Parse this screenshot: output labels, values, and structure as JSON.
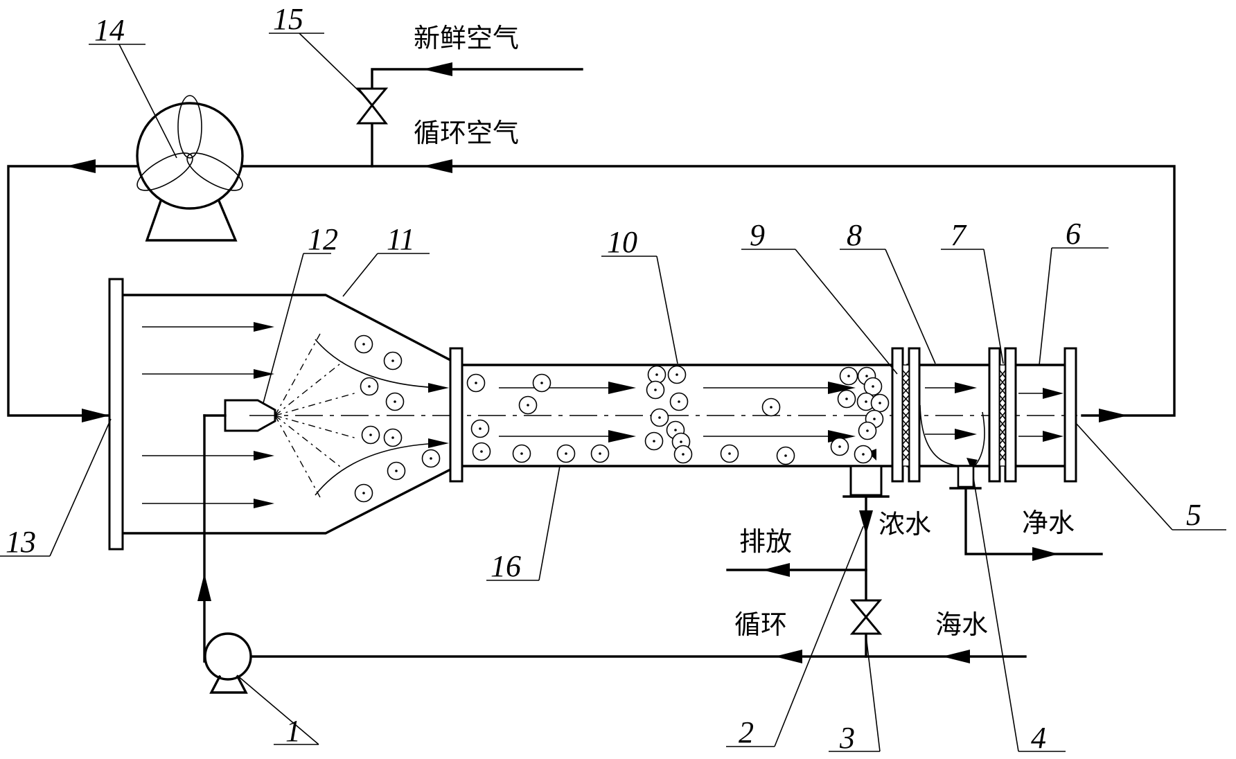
{
  "labels": {
    "fresh_air": "新鲜空气",
    "circulating_air": "循环空气",
    "discharge": "排放",
    "concentrated_water": "浓水",
    "fresh_water": "净水",
    "circulation": "循环",
    "seawater": "海水"
  },
  "numbers": {
    "n1": "1",
    "n2": "2",
    "n3": "3",
    "n4": "4",
    "n5": "5",
    "n6": "6",
    "n7": "7",
    "n8": "8",
    "n9": "9",
    "n10": "10",
    "n11": "11",
    "n12": "12",
    "n13": "13",
    "n14": "14",
    "n15": "15",
    "n16": "16"
  }
}
